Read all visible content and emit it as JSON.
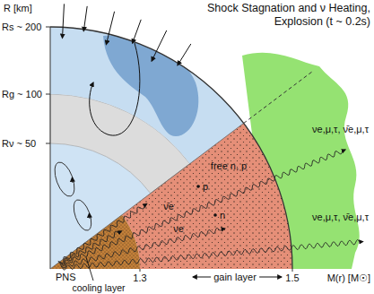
{
  "diagram": {
    "title": "Shock Stagnation and ν Heating, Explosion (t ~ 0.2s)",
    "labels": [
      "R [km]",
      "Rs ~ 200",
      "Rg ~ 100",
      "Rν ~ 50",
      "free n, p",
      "p",
      "ν̄e",
      "n",
      "νe",
      "νe,μ,τ, ν̄e,μ,τ",
      "νe,μ,τ, ν̄e,μ,τ",
      "PNS",
      "1.3",
      "gain layer",
      "1.5",
      "M(r) [M☉]",
      "cooling layer"
    ]
  }
}
